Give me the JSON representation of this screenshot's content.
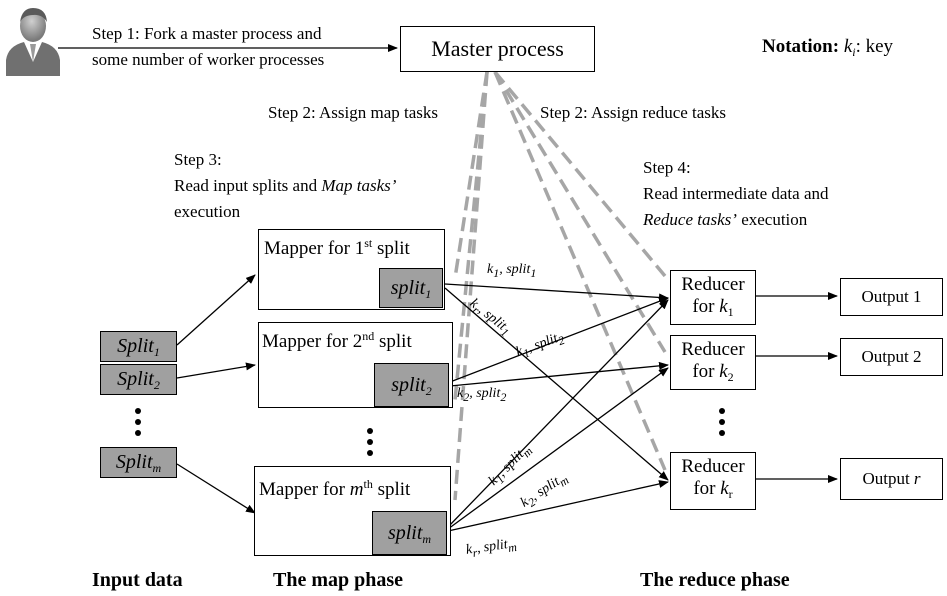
{
  "step1": {
    "line1": "Step 1: Fork a master process and",
    "line2": "some number of worker processes"
  },
  "master": "Master process",
  "notation": {
    "label": "Notation:",
    "k": "k",
    "sub": "i",
    "rest": ": key"
  },
  "step2_map": "Step 2: Assign map tasks",
  "step2_reduce": "Step 2: Assign reduce tasks",
  "step3": {
    "line1": "Step 3:",
    "line2a": "Read input splits and ",
    "line2b": "Map tasks’",
    "line3": "execution"
  },
  "step4": {
    "line1": "Step 4:",
    "line2": "Read intermediate data and",
    "line3a": "Reduce tasks’",
    "line3b": " execution"
  },
  "splits": [
    {
      "name": "Split",
      "sub": "1"
    },
    {
      "name": "Split",
      "sub": "2"
    },
    {
      "name": "Split",
      "sub": "m"
    }
  ],
  "mappers": [
    {
      "pre": "Mapper for ",
      "num": "1",
      "sup": "st",
      "post": " split",
      "inner": "split",
      "inner_sub": "1"
    },
    {
      "pre": "Mapper for ",
      "num": "2",
      "sup": "nd",
      "post": " split",
      "inner": "split",
      "inner_sub": "2"
    },
    {
      "pre": "Mapper for ",
      "num": "m",
      "sup": "th",
      "post": " split",
      "inner": "split",
      "inner_sub": "m"
    }
  ],
  "reducers": [
    {
      "line1": "Reducer",
      "line2": "for ",
      "k": "k",
      "sub": "1"
    },
    {
      "line1": "Reducer",
      "line2": "for ",
      "k": "k",
      "sub": "2"
    },
    {
      "line1": "Reducer",
      "line2": "for ",
      "k": "k",
      "sub": "r"
    }
  ],
  "outputs": [
    "Output 1",
    "Output 2",
    "Output "
  ],
  "output_r": "r",
  "edge_labels": {
    "l1": {
      "k": "k",
      "ks": "1",
      "s": "split",
      "ss": "1"
    },
    "l2": {
      "k": "k",
      "ks": "r",
      "s": "split",
      "ss": "1"
    },
    "l3": {
      "k": "k",
      "ks": "1",
      "s": "split",
      "ss": "2"
    },
    "l4": {
      "k": "k",
      "ks": "2",
      "s": "split",
      "ss": "2"
    },
    "l5": {
      "k": "k",
      "ks": "1",
      "s": "split",
      "ss": "m"
    },
    "l6": {
      "k": "k",
      "ks": "2",
      "s": "split",
      "ss": "m"
    },
    "l7": {
      "k": "k",
      "ks": "r",
      "s": "split",
      "ss": "m"
    }
  },
  "phases": {
    "input": "Input data",
    "map": "The map phase",
    "reduce": "The reduce phase"
  }
}
